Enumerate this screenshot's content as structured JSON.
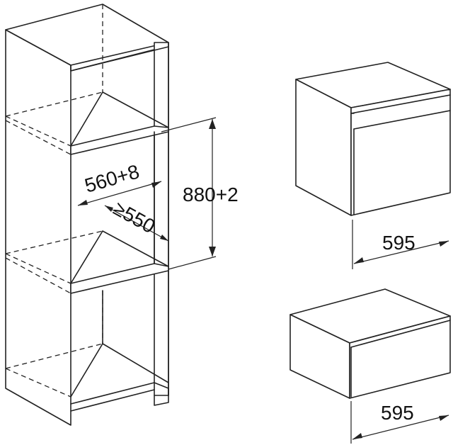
{
  "dimensions": {
    "niche_width": "560+8",
    "niche_depth": "≥550",
    "niche_height": "880+2",
    "oven_width": "595",
    "drawer_width": "595"
  }
}
